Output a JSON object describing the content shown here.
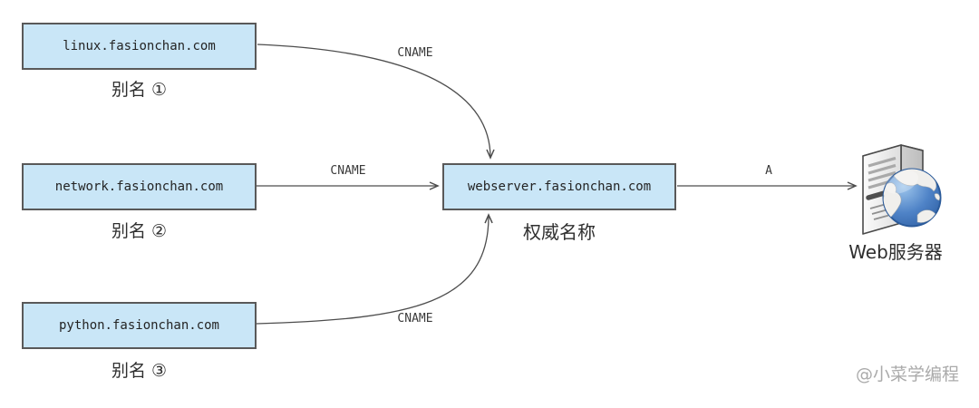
{
  "diagram": {
    "aliases": [
      {
        "domain": "linux.fasionchan.com",
        "label": "别名 ①",
        "edge_label": "CNAME"
      },
      {
        "domain": "network.fasionchan.com",
        "label": "别名 ②",
        "edge_label": "CNAME"
      },
      {
        "domain": "python.fasionchan.com",
        "label": "别名 ③",
        "edge_label": "CNAME"
      }
    ],
    "canonical": {
      "domain": "webserver.fasionchan.com",
      "label": "权威名称",
      "edge_label": "A"
    },
    "server": {
      "label": "Web服务器"
    },
    "watermark": "@小菜学编程",
    "colors": {
      "box_fill": "#c9e6f7",
      "box_border": "#595959",
      "edge_line": "#4d4d4d",
      "text": "#2f2f2f",
      "watermark": "#aaaaaa"
    }
  }
}
